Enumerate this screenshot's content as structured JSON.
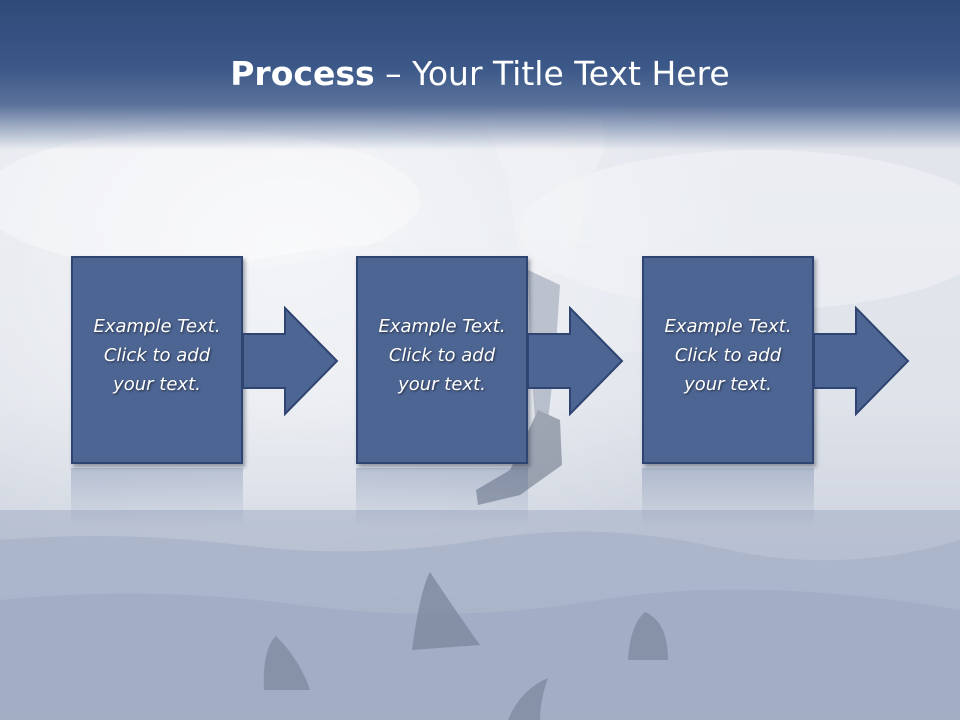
{
  "slide": {
    "title_strong": "Process",
    "title_rest": " – Your Title Text Here"
  },
  "steps": [
    {
      "line1": "Example Text.",
      "line2": "Click  to add",
      "line3": "your text."
    },
    {
      "line1": "Example Text.",
      "line2": "Click  to add",
      "line3": "your text."
    },
    {
      "line1": "Example Text.",
      "line2": "Click  to add",
      "line3": "your text."
    }
  ],
  "colors": {
    "title_bar": "#3c5888",
    "box_fill": "#4d6593",
    "box_border": "#2f4470",
    "text": "#ffffff"
  }
}
